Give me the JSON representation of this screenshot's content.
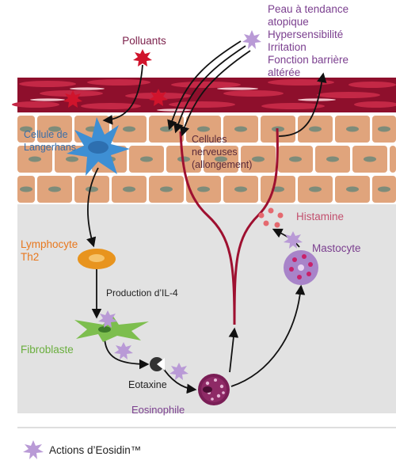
{
  "labels": {
    "polluants": "Polluants",
    "peau_lines": [
      "Peau à tendance",
      "atopique",
      "Hypersensibilité",
      "Irritation",
      "Fonction barrière",
      "altérée"
    ],
    "langerhans_lines": [
      "Cellule de",
      "Langerhans"
    ],
    "nerveuses_lines": [
      "Cellules",
      "nerveuses",
      "(allongement)"
    ],
    "histamine": "Histamine",
    "mastocyte": "Mastocyte",
    "lymphocyte_lines": [
      "Lymphocyte",
      "Th2"
    ],
    "production": "Production d’IL-4",
    "fibroblaste": "Fibroblaste",
    "eotaxine": "Eotaxine",
    "eosinophile": "Eosinophile"
  },
  "legend": {
    "text": "Actions d’Eosidin™"
  },
  "colors": {
    "purple_text": "#7B3F8F",
    "orange": "#E8781E",
    "green": "#7DBE4E",
    "blue_text": "#3A6FA8",
    "dark_red": "#9E1030",
    "star_red": "#D0142C",
    "star_lilac": "#B99AD6",
    "cell_tan": "#E0A47C",
    "nucleus_gray": "#7E8C7A",
    "dermis_gray": "#E2E2E2"
  }
}
